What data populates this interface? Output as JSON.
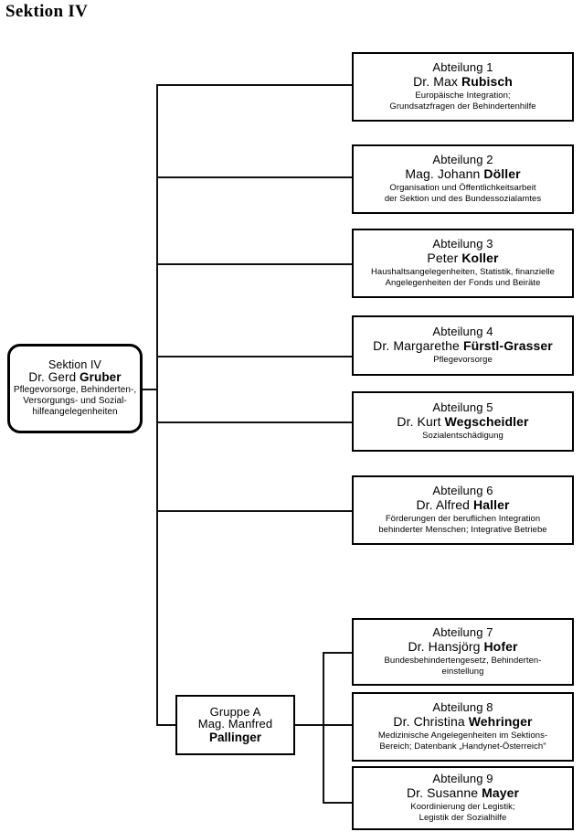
{
  "page": {
    "title": "Sektion IV"
  },
  "root": {
    "name": "root-node",
    "title": "Sektion IV",
    "person_prefix": "Dr. Gerd ",
    "person_surname": "Gruber",
    "desc": [
      "Pflegevorsorge, Behinderten-,",
      "Versorgungs- und Sozial-",
      "hilfeangelegenheiten"
    ]
  },
  "group": {
    "name": "group-a-node",
    "title": "Gruppe A",
    "person_prefix": "Mag. Manfred",
    "person_surname": "Pallinger"
  },
  "departments": [
    {
      "title": "Abteilung 1",
      "person_prefix": "Dr. Max ",
      "person_surname": "Rubisch",
      "desc": [
        "Europäische Integration;",
        "Grundsatzfragen der Behindertenhilfe"
      ]
    },
    {
      "title": "Abteilung 2",
      "person_prefix": "Mag. Johann ",
      "person_surname": "Döller",
      "desc": [
        "Organisation und Öffentlichkeitsarbeit",
        "der Sektion und des Bundessozialamtes"
      ]
    },
    {
      "title": "Abteilung 3",
      "person_prefix": "Peter ",
      "person_surname": "Koller",
      "desc": [
        "Haushaltsangelegenheiten, Statistik, finanzielle",
        "Angelegenheiten der Fonds und Beiräte"
      ]
    },
    {
      "title": "Abteilung 4",
      "person_prefix": "Dr. Margarethe ",
      "person_surname": "Fürstl-Grasser",
      "desc": [
        "Pflegevorsorge"
      ]
    },
    {
      "title": "Abteilung 5",
      "person_prefix": "Dr. Kurt ",
      "person_surname": "Wegscheidler",
      "desc": [
        "Sozialentschädigung"
      ]
    },
    {
      "title": "Abteilung 6",
      "person_prefix": "Dr. Alfred ",
      "person_surname": "Haller",
      "desc": [
        "Förderungen der beruflichen Integration",
        "behinderter Menschen; Integrative Betriebe"
      ]
    },
    {
      "title": "Abteilung 7",
      "person_prefix": "Dr. Hansjörg ",
      "person_surname": "Hofer",
      "desc": [
        "Bundesbehindertengesetz, Behinderten-",
        "einstellung"
      ]
    },
    {
      "title": "Abteilung 8",
      "person_prefix": "Dr. Christina ",
      "person_surname": "Wehringer",
      "desc": [
        "Medizinische Angelegenheiten im Sektions-",
        "Bereich; Datenbank „Handynet-Österreich\""
      ]
    },
    {
      "title": "Abteilung 9",
      "person_prefix": "Dr. Susanne ",
      "person_surname": "Mayer",
      "desc": [
        "Koordinierung der Legistik;",
        "Legistik der Sozialhilfe"
      ]
    }
  ]
}
